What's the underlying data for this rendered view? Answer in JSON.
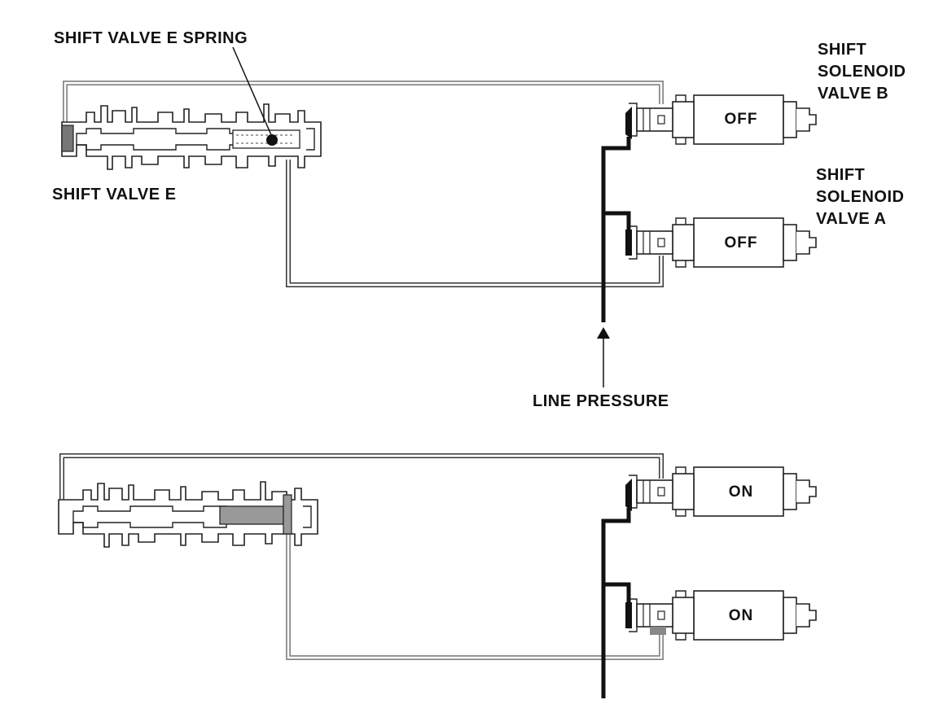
{
  "labels": {
    "spring": "SHIFT VALVE E SPRING",
    "valve_e": "SHIFT VALVE E",
    "solenoid_b": [
      "SHIFT",
      "SOLENOID",
      "VALVE B"
    ],
    "solenoid_a": [
      "SHIFT",
      "SOLENOID",
      "VALVE A"
    ],
    "line_pressure": "LINE PRESSURE"
  },
  "top_state": {
    "solenoid_b": "OFF",
    "solenoid_a": "OFF"
  },
  "bottom_state": {
    "solenoid_b": "ON",
    "solenoid_a": "ON"
  },
  "colors": {
    "line_pressure": "#111111",
    "signal_pressure": "#8c8c8c",
    "outline": "#222222"
  }
}
